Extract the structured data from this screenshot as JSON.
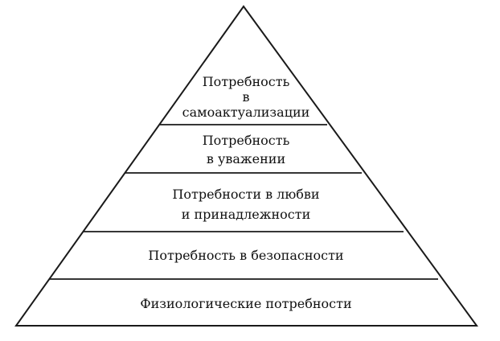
{
  "pyramid": {
    "levels": [
      {
        "lines": [
          "Потребность",
          "в",
          "самоактуализации"
        ]
      },
      {
        "lines": [
          "Потребность",
          "в уважении"
        ]
      },
      {
        "lines": [
          "Потребности в любви",
          "и принадлежности"
        ]
      },
      {
        "lines": [
          "Потребность в безопасности"
        ]
      },
      {
        "lines": [
          "Физиологические потребности"
        ]
      }
    ]
  }
}
